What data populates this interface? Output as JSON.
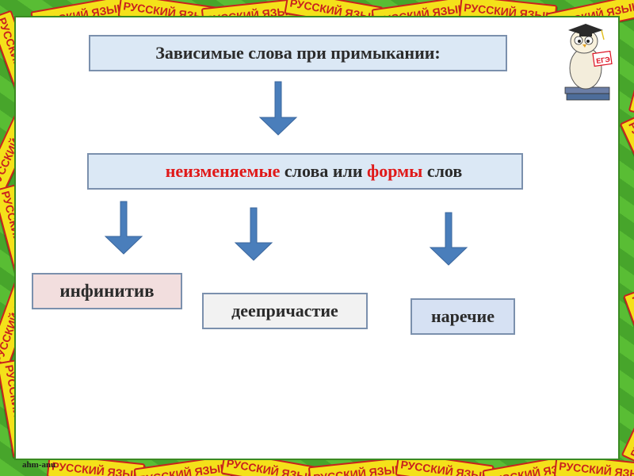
{
  "background": {
    "tile_text": "РУССКИЙ ЯЗЫК",
    "colors": {
      "green": "#4caf2e",
      "tile_yellow": "#f4e11a",
      "tile_red": "#c9221e"
    }
  },
  "diagram": {
    "title": "Зависимые слова при примыкании:",
    "middle": {
      "part1": "неизменяемые",
      "part2": " слова или ",
      "part3": "формы",
      "part4": " слов"
    },
    "children": [
      "инфинитив",
      "деепричастие",
      "наречие"
    ],
    "arrow_color": "#4a7ebb",
    "accent_color": "#e01919"
  },
  "mascot": {
    "icon": "owl-graduate-icon",
    "label": "ЕГЭ"
  },
  "watermark": "ahm-anu"
}
